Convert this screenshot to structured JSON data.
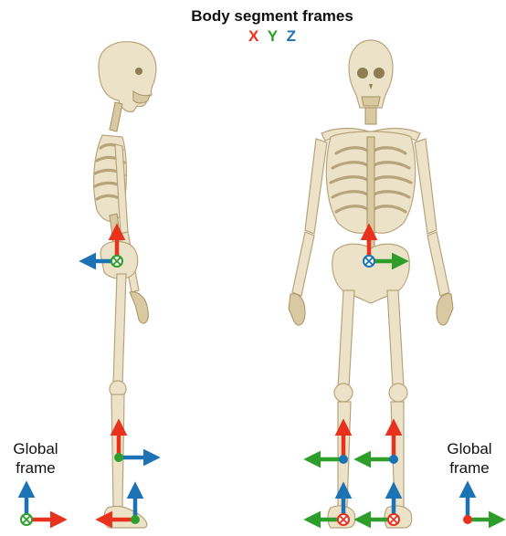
{
  "title": "Body segment frames",
  "axes_legend": [
    {
      "letter": "X",
      "color": "#e8321e"
    },
    {
      "letter": "Y",
      "color": "#2e9e2a"
    },
    {
      "letter": "Z",
      "color": "#1b73b5"
    }
  ],
  "global_frame": {
    "line1": "Global",
    "line2": "frame"
  },
  "colors": {
    "x_axis": "#e8321e",
    "y_axis": "#2e9e2a",
    "z_axis": "#1b73b5",
    "bone": "#ece2c8"
  },
  "icons": {
    "axis_out": "dot-icon",
    "axis_in": "cross-circle-icon"
  }
}
